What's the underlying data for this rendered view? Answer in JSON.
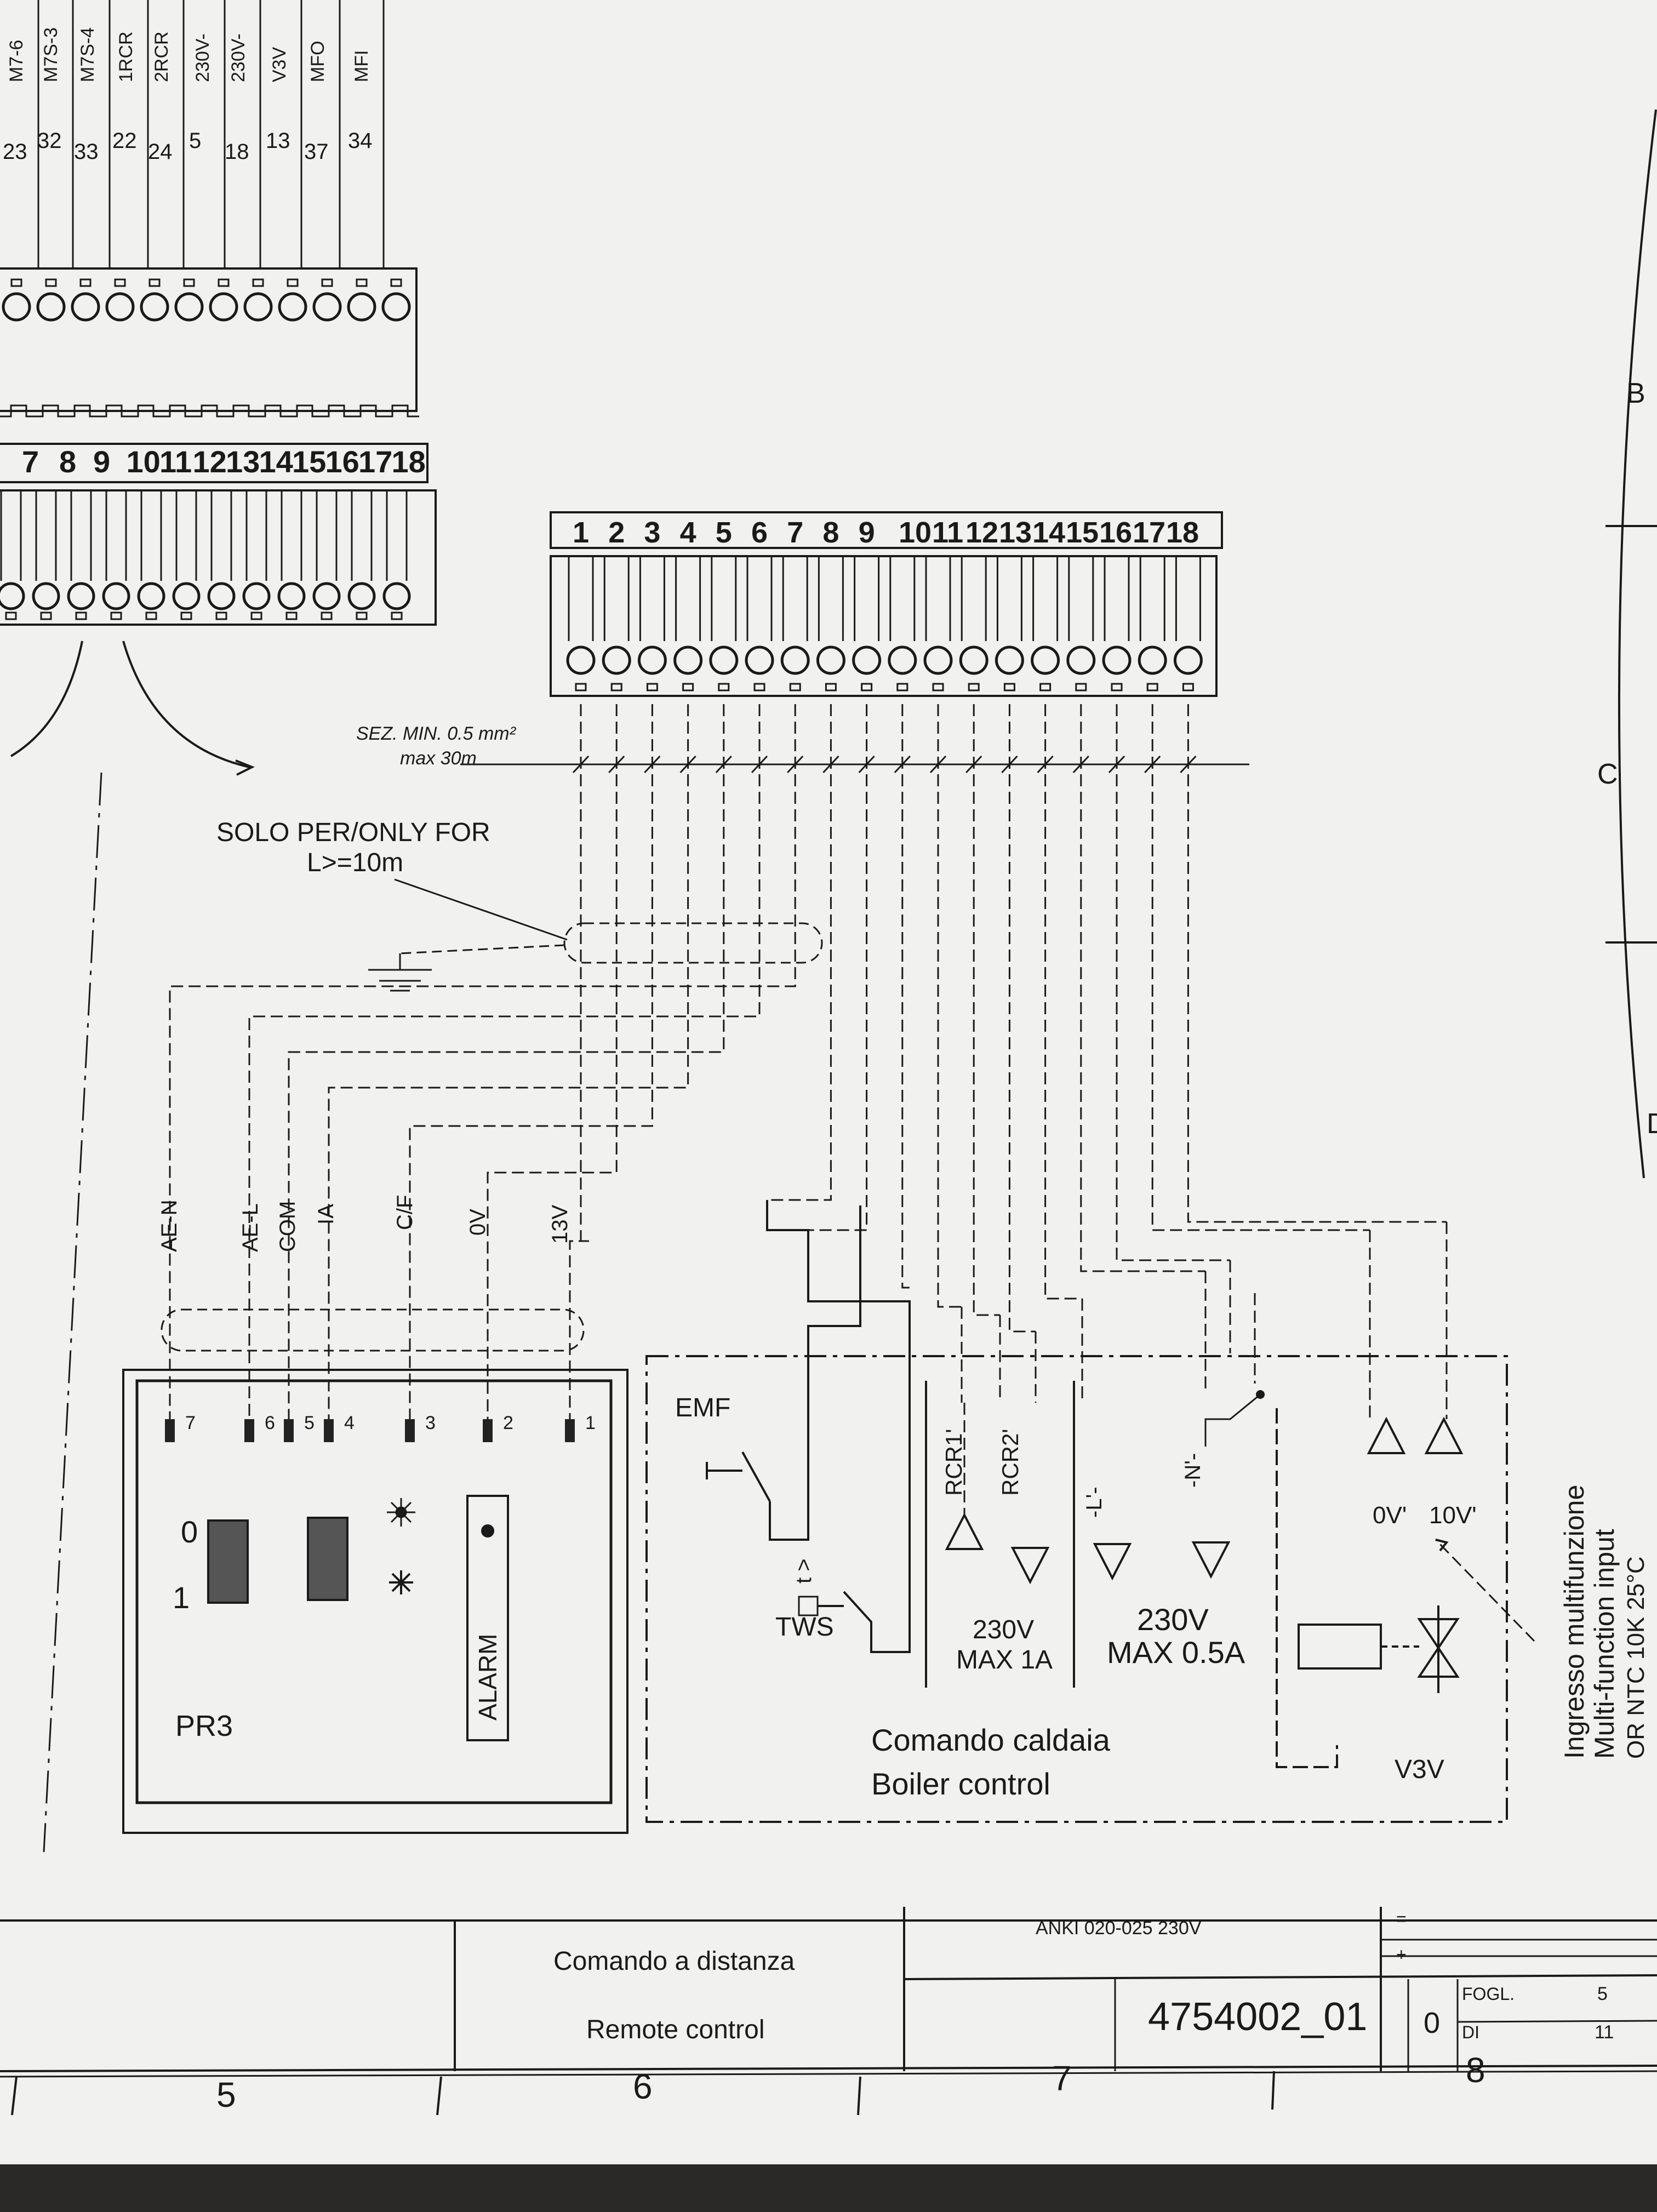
{
  "top_terminals": {
    "signal_labels": [
      "M7-6",
      "M7S-3",
      "M7S-4",
      "1RCR",
      "2RCR",
      "230V-",
      "230V-",
      "V3V",
      "MFO",
      "MFI"
    ],
    "numbers": [
      "23",
      "32",
      "33",
      "22",
      "24",
      "5",
      "18",
      "13",
      "37",
      "34"
    ],
    "left_strip_numbers": [
      "7",
      "8",
      "9",
      "10",
      "11",
      "12",
      "13",
      "14",
      "15",
      "16",
      "17",
      "18"
    ]
  },
  "right_strip": {
    "numbers": [
      "1",
      "2",
      "3",
      "4",
      "5",
      "6",
      "7",
      "8",
      "9",
      "10",
      "11",
      "12",
      "13",
      "14",
      "15",
      "16",
      "17",
      "18"
    ]
  },
  "cable_spec": {
    "line1": "SEZ. MIN.  0.5 mm²",
    "line2": "max 30m"
  },
  "shield_note": {
    "line1": "SOLO PER/ONLY FOR",
    "line2": "L>=10m"
  },
  "wire_labels": [
    "AE-N",
    "AE-L",
    "COM",
    "IA",
    "C/F",
    "0V",
    "13V"
  ],
  "pr3": {
    "name": "PR3",
    "terminal_numbers": [
      "7",
      "6",
      "5",
      "4",
      "3",
      "2",
      "1"
    ],
    "switch_0": "0",
    "switch_1": "1",
    "alarm": "ALARM",
    "sun_icon": "sun-icon",
    "snowflake_icon": "snowflake-icon"
  },
  "boiler": {
    "emf": "EMF",
    "tws": "TWS",
    "rcr1": "RCR1'",
    "rcr2": "RCR2'",
    "l_label": "-L'-",
    "n_label": "-N'-",
    "rating1_line1": "230V",
    "rating1_line2": "MAX 1A",
    "rating2_line1": "230V",
    "rating2_line2": "MAX 0.5A",
    "title_it": "Comando caldaia",
    "title_en": "Boiler control",
    "ov": "0V'",
    "tenv": "10V'",
    "v3v": "V3V",
    "threshold": "t >"
  },
  "multifunction": {
    "line1": "Ingresso multifunzione",
    "line2": "Multi-function input",
    "line3": "OR NTC 10K 25°C"
  },
  "title_block": {
    "desc_it": "Comando a distanza",
    "desc_en": "Remote control",
    "model": "ANKI 020-025 230V",
    "drawing_no": "4754002_01",
    "rev": "0",
    "fogl_label": "FOGL.",
    "fogl_value": "5",
    "di_label": "DI",
    "di_value": "11",
    "eq_mark": "=",
    "plus_mark": "+"
  },
  "column_numbers": [
    "5",
    "6",
    "7",
    "8"
  ],
  "row_letters": [
    "B",
    "C",
    "D"
  ]
}
